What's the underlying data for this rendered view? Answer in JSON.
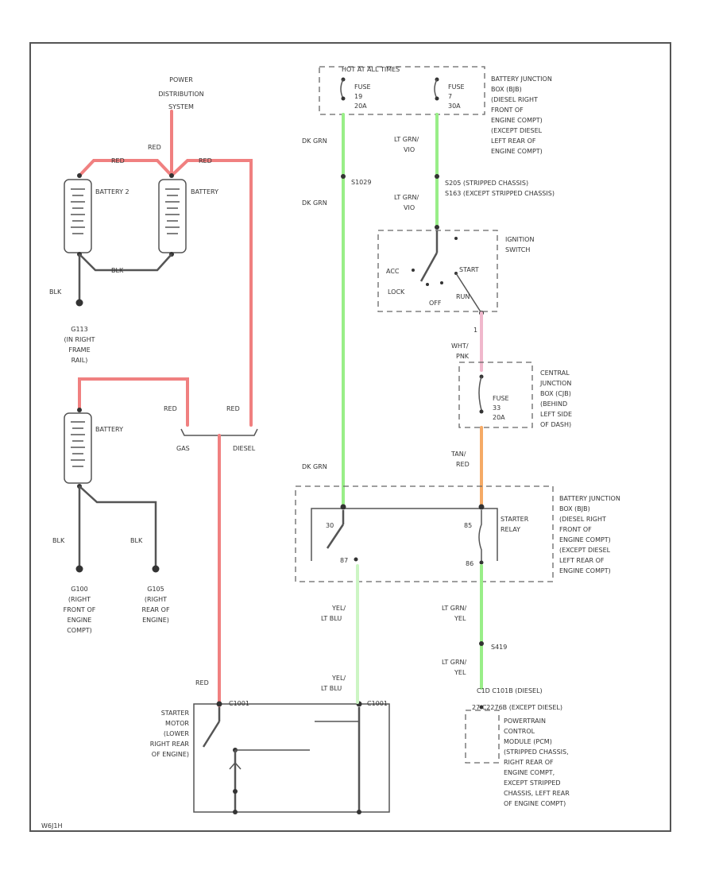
{
  "colors": {
    "red": "#f08080",
    "green": "#99ee88",
    "light_green": "#ccf5c4",
    "pink": "#f0b8cc",
    "orange": "#f5aa66",
    "black_wire": "#555555"
  },
  "labels": {
    "power_distribution": [
      "POWER",
      "DISTRIBUTION",
      "SYSTEM"
    ],
    "red_top": "RED",
    "red_left": "RED",
    "red_right": "RED",
    "battery2": "BATTERY 2",
    "battery": "BATTERY",
    "blk_jumper": "BLK",
    "blk_g": "BLK",
    "g_rail": [
      "G113",
      "(IN RIGHT",
      "FRAME",
      "RAIL)"
    ],
    "battery_single": "BATTERY",
    "red_gas": "RED",
    "red_diesel": "RED",
    "gas": "GAS",
    "diesel": "DIESEL",
    "blk_a": "BLK",
    "blk_b": "BLK",
    "g_front": [
      "G100",
      "(RIGHT",
      "FRONT OF",
      "ENGINE",
      "COMPT)"
    ],
    "g_rear": [
      "G105",
      "(RIGHT",
      "REAR OF",
      "ENGINE)"
    ],
    "red_starter": "RED",
    "starter_motor": [
      "STARTER",
      "MOTOR",
      "(LOWER",
      "RIGHT REAR",
      "OF ENGINE)"
    ],
    "hot_header": "HOT AT ALL TIMES",
    "fuse19": [
      "FUSE",
      "19",
      "20A"
    ],
    "fuse7": [
      "FUSE",
      "7",
      "30A"
    ],
    "bjb_top": [
      "BATTERY JUNCTION",
      "BOX (BJB)",
      "(DIESEL RIGHT",
      "FRONT OF",
      "ENGINE COMPT)",
      "(EXCEPT DIESEL",
      "LEFT REAR OF",
      "ENGINE COMPT)"
    ],
    "dk_grn_1": "DK GRN",
    "dk_grn_2": "DK GRN",
    "dk_grn_3": "DK GRN",
    "s_label": "S1029",
    "lt_grn_vio_1": [
      "LT GRN/",
      "VIO"
    ],
    "lt_grn_vio_2": [
      "LT GRN/",
      "VIO"
    ],
    "splice_notes": [
      "S205 (STRIPPED CHASSIS)",
      "S163 (EXCEPT STRIPPED CHASSIS)"
    ],
    "ignition_switch": [
      "IGNITION",
      "SWITCH"
    ],
    "ign_acc": "ACC",
    "ign_lock": "LOCK",
    "ign_off": "OFF",
    "ign_run": "RUN",
    "ign_start": "START",
    "cjb_pin": "1",
    "wht_pnk": [
      "WHT/",
      "PNK"
    ],
    "cjb": [
      "CENTRAL",
      "JUNCTION",
      "BOX (CJB)",
      "(BEHIND",
      "LEFT SIDE",
      "OF DASH)"
    ],
    "fuse33": [
      "FUSE",
      "33",
      "20A"
    ],
    "tan_red": [
      "TAN/",
      "RED"
    ],
    "bjb_mid": [
      "BATTERY JUNCTION",
      "BOX (BJB)",
      "(DIESEL RIGHT",
      "FRONT OF",
      "ENGINE COMPT)",
      "(EXCEPT DIESEL",
      "LEFT REAR OF",
      "ENGINE COMPT)"
    ],
    "starter_relay": [
      "STARTER",
      "RELAY"
    ],
    "relay_30": "30",
    "relay_87": "87",
    "relay_85": "85",
    "relay_86": "86",
    "yel_lt_blu_1": [
      "YEL/",
      "LT BLU"
    ],
    "yel_lt_blu_2": [
      "YEL/",
      "LT BLU"
    ],
    "lt_grn_yel_1": [
      "LT GRN/",
      "YEL"
    ],
    "lt_grn_yel_2": [
      "LT GRN/",
      "YEL"
    ],
    "s_label_2": "S419",
    "c_diesel": "C1D  C101B  (DIESEL)",
    "c_except": "27  C2276B  (EXCEPT DIESEL)",
    "pcm": [
      "POWERTRAIN",
      "CONTROL",
      "MODULE (PCM)",
      "(STRIPPED CHASSIS,",
      "RIGHT REAR OF",
      "ENGINE COMPT,",
      "EXCEPT STRIPPED",
      "CHASSIS, LEFT REAR",
      "OF ENGINE COMPT)"
    ],
    "starter_c1": "C1001",
    "starter_c2": "C1001",
    "code": "W6J1H"
  }
}
